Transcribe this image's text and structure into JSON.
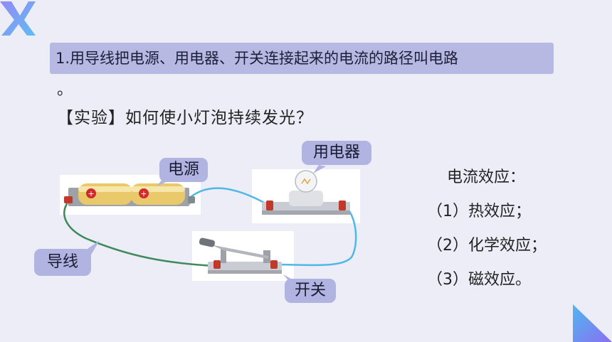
{
  "definition": {
    "text": "1.用导线把电源、用电器、开关连接起来的电流的路径叫电路",
    "tail": "。"
  },
  "experiment": "【实验】如何使小灯泡持续发光？",
  "labels": {
    "power_source": "电源",
    "appliance": "用电器",
    "wire": "导线",
    "switch": "开关"
  },
  "effects": {
    "title": "电流效应：",
    "items": [
      "（1）热效应；",
      "（2）化学效应；",
      "（3）磁效应。"
    ]
  },
  "colors": {
    "accent": "#7b6cf0",
    "tag_bg": "#b1b3e0",
    "definition_bg": "#b7b9e3",
    "wire_blue": "#4fb8e6",
    "wire_green": "#3e8a5a"
  }
}
